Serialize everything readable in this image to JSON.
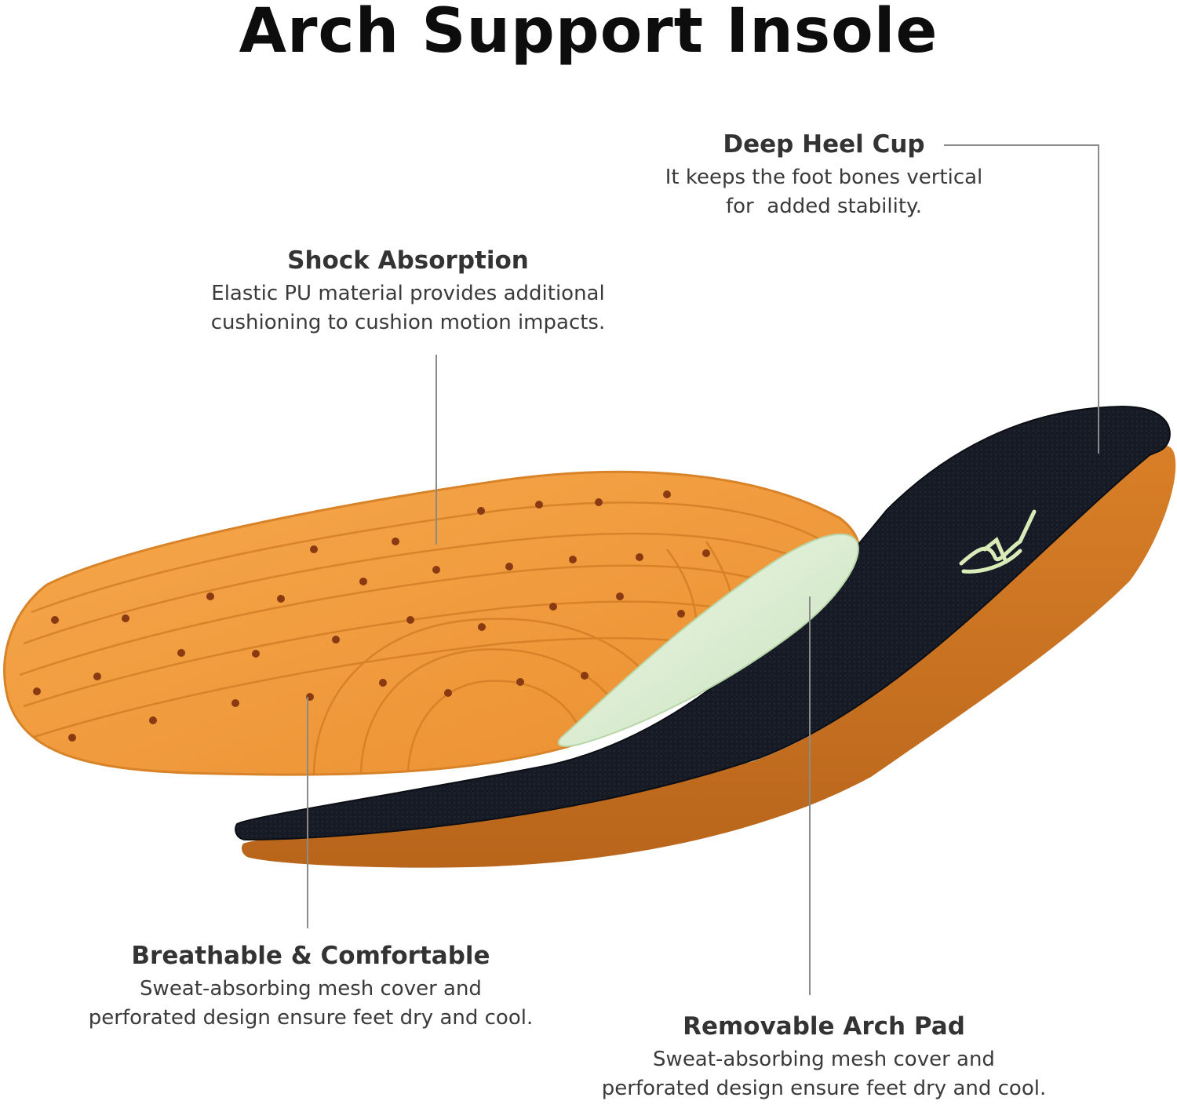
{
  "title": "Arch Support Insole",
  "callouts": {
    "heel_cup": {
      "heading": "Deep Heel Cup",
      "line1": "It keeps the foot bones vertical",
      "line2": "for  added stability."
    },
    "shock_absorption": {
      "heading": "Shock Absorption",
      "line1": "Elastic PU material provides additional",
      "line2": "cushioning to cushion motion impacts."
    },
    "breathable": {
      "heading": "Breathable & Comfortable",
      "line1": "Sweat-absorbing mesh cover and",
      "line2": "perforated design ensure feet dry and cool."
    },
    "arch_pad": {
      "heading": "Removable Arch Pad",
      "line1": "Sweat-absorbing mesh cover and",
      "line2": "perforated design ensure feet dry and cool."
    }
  },
  "colors": {
    "foam_orange": "#ef9a3c",
    "foam_dark": "#c96f1c",
    "mesh_black": "#161b26",
    "arch_pad_green": "#dcefd2",
    "leader_line": "#8a8a8a"
  },
  "icons": {
    "brand_logo": "brand-logo-icon"
  }
}
